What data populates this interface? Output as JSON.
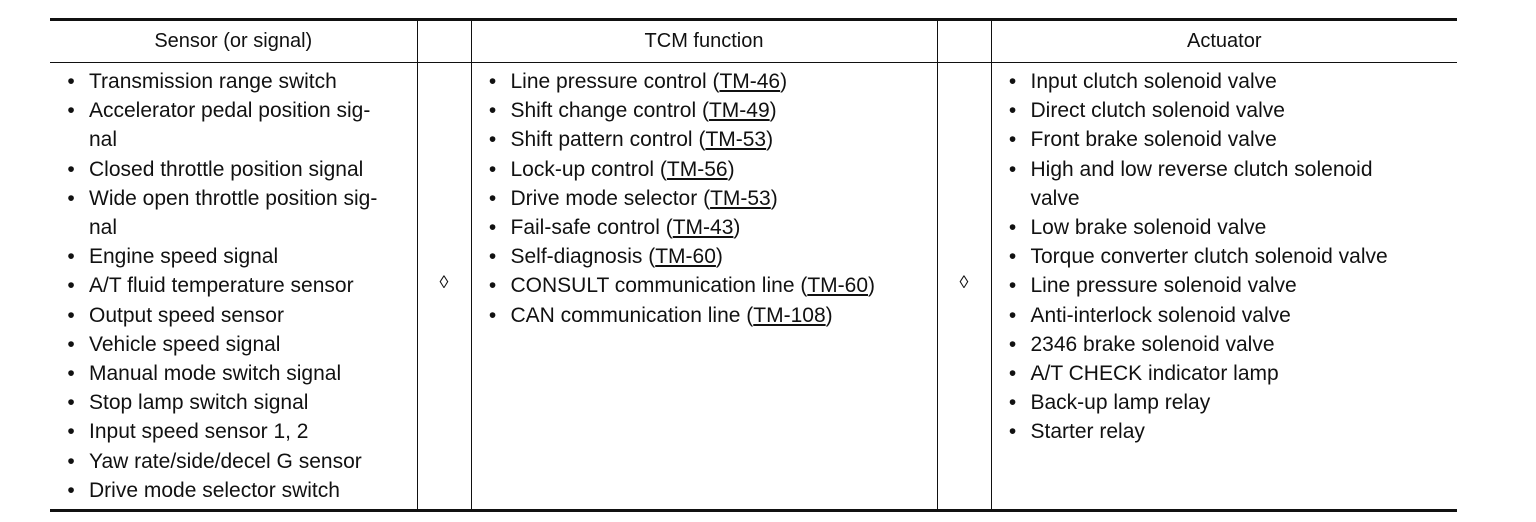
{
  "headers": {
    "sensor": "Sensor (or signal)",
    "function": "TCM function",
    "actuator": "Actuator"
  },
  "arrow_symbol": "◊",
  "bullet_symbol": "•",
  "sensors": [
    "Transmission range switch",
    "Accelerator pedal position sig-",
    "nal",
    "Closed throttle position signal",
    "Wide open throttle position sig-",
    "nal",
    "Engine speed signal",
    "A/T fluid temperature sensor",
    "Output speed sensor",
    "Vehicle speed signal",
    "Manual mode switch signal",
    "Stop lamp switch signal",
    "Input speed sensor 1, 2",
    "Yaw rate/side/decel G sensor",
    "Drive mode selector switch"
  ],
  "functions": [
    {
      "text": "Line pressure control",
      "ref": "TM-46"
    },
    {
      "text": "Shift change control",
      "ref": "TM-49"
    },
    {
      "text": "Shift pattern control",
      "ref": "TM-53"
    },
    {
      "text": "Lock-up control",
      "ref": "TM-56"
    },
    {
      "text": "Drive mode selector",
      "ref": "TM-53"
    },
    {
      "text": "Fail-safe control",
      "ref": "TM-43"
    },
    {
      "text": "Self-diagnosis",
      "ref": "TM-60"
    },
    {
      "text": "CONSULT communication line",
      "ref": "TM-60"
    },
    {
      "text": "CAN communication line",
      "ref": "TM-108"
    }
  ],
  "actuators": [
    "Input clutch solenoid valve",
    "Direct clutch solenoid valve",
    "Front brake solenoid valve",
    "High and low reverse clutch solenoid",
    "valve",
    "Low brake solenoid valve",
    "Torque converter clutch solenoid valve",
    "Line pressure solenoid valve",
    "Anti-interlock solenoid valve",
    "2346 brake solenoid valve",
    "A/T CHECK indicator lamp",
    "Back-up lamp relay",
    "Starter relay"
  ],
  "continuation_lines": {
    "sensors": [
      2,
      5
    ],
    "actuators": [
      4
    ]
  }
}
